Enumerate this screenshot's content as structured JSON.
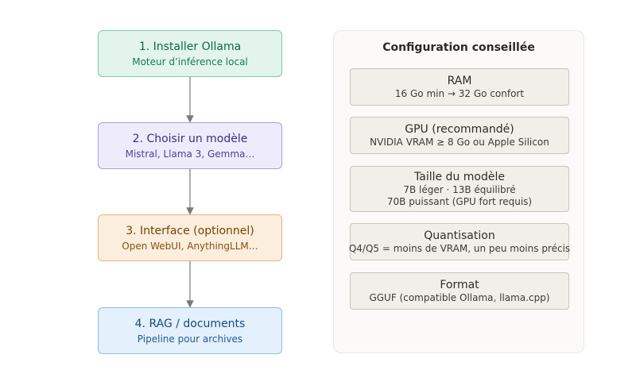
{
  "steps": [
    {
      "title": "1. Installer Ollama",
      "subtitle": "Moteur d’inférence local"
    },
    {
      "title": "2. Choisir un modèle",
      "subtitle": "Mistral, Llama 3, Gemma…"
    },
    {
      "title": "3. Interface (optionnel)",
      "subtitle": "Open WebUI, AnythingLLM…"
    },
    {
      "title": "4. RAG / documents",
      "subtitle": "Pipeline pour archives"
    }
  ],
  "panel": {
    "title": "Configuration conseillée",
    "cards": [
      {
        "title": "RAM",
        "lines": [
          "16 Go min → 32 Go confort"
        ]
      },
      {
        "title": "GPU (recommandé)",
        "lines": [
          "NVIDIA VRAM ≥ 8 Go ou Apple Silicon"
        ]
      },
      {
        "title": "Taille du modèle",
        "lines": [
          "7B léger · 13B équilibré",
          "70B puissant (GPU fort requis)"
        ]
      },
      {
        "title": "Quantisation",
        "lines": [
          "Q4/Q5 = moins de VRAM, un peu moins précis"
        ]
      },
      {
        "title": "Format",
        "lines": [
          "GGUF (compatible Ollama, llama.cpp)"
        ]
      }
    ]
  }
}
